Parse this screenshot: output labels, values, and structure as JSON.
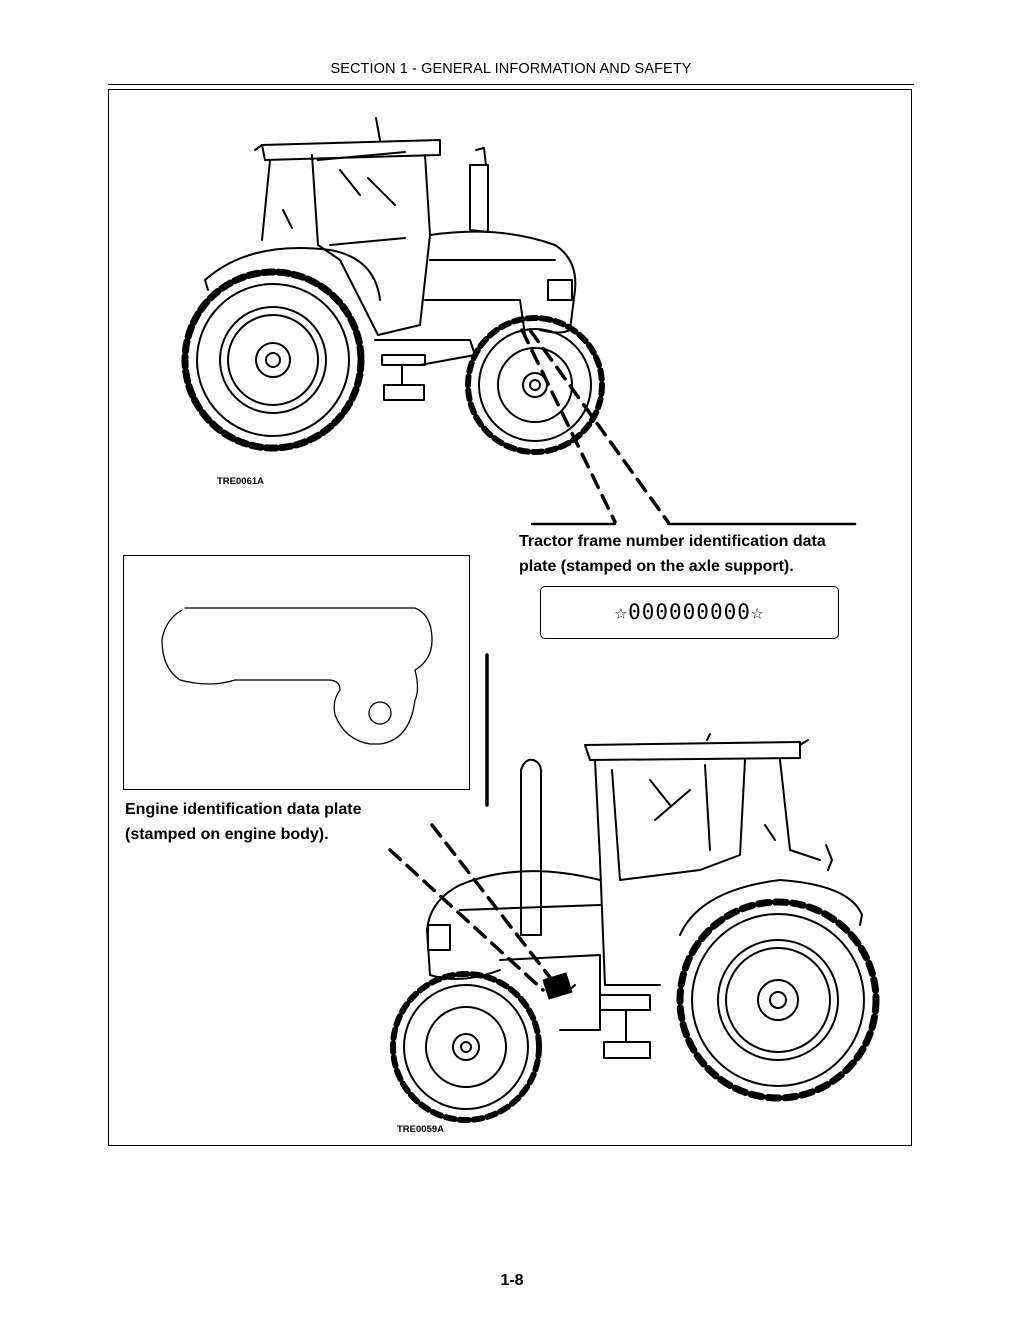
{
  "header": {
    "title": "SECTION 1 - GENERAL INFORMATION AND SAFETY"
  },
  "figures": {
    "top_code": "TRE0061A",
    "bottom_code": "TRE0059A"
  },
  "callouts": {
    "frame_plate_line1": "Tractor frame number identification data",
    "frame_plate_line2": "plate (stamped on the axle support).",
    "engine_plate_line1": "Engine identification data plate",
    "engine_plate_line2": "(stamped on engine body)."
  },
  "plate": {
    "serial": "☆000000000☆"
  },
  "footer": {
    "page_number": "1-8"
  }
}
